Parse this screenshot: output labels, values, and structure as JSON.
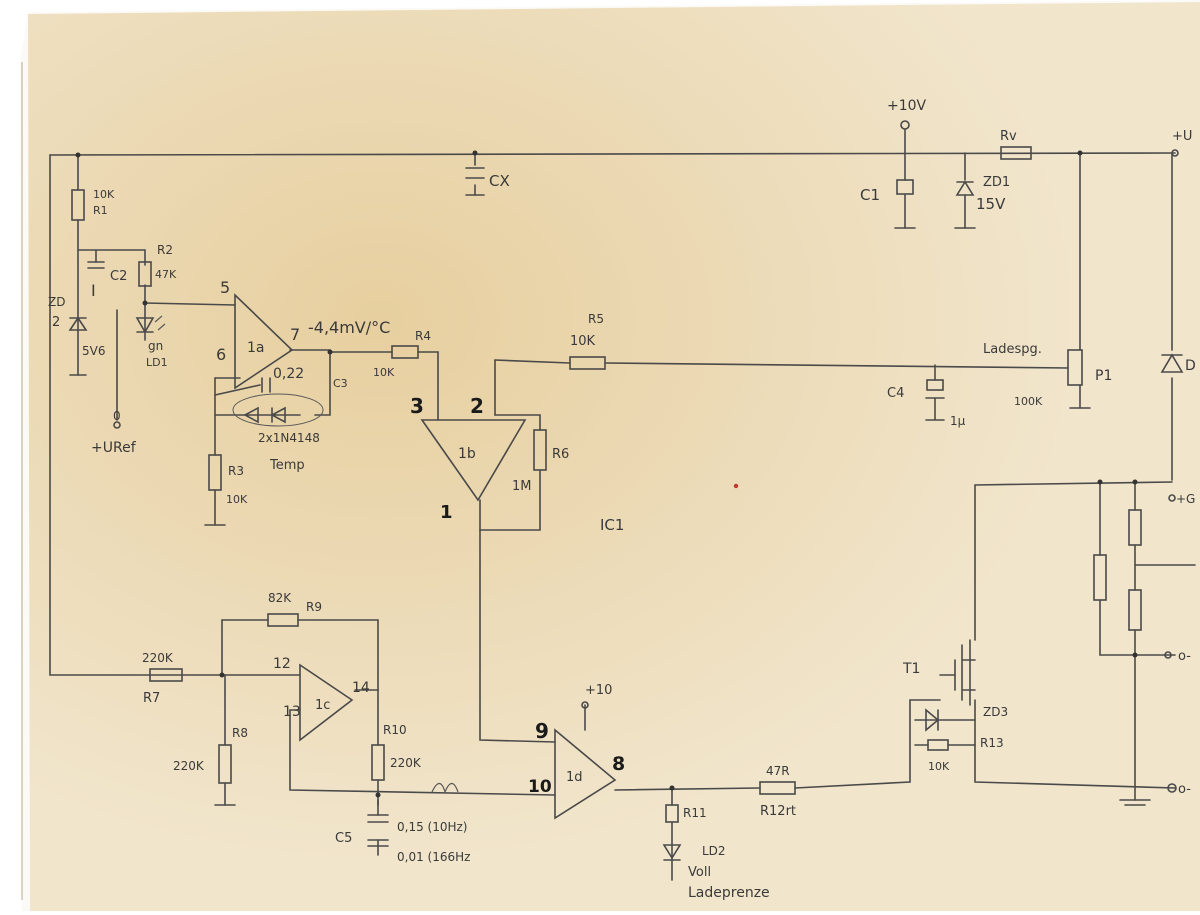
{
  "labels": {
    "r1_val": "10K",
    "r1": "R1",
    "r2": "R2",
    "r2_val": "47K",
    "c2": "C2",
    "c2_i": "I",
    "zd": "ZD",
    "zd_2": "2",
    "zd_val": "5V6",
    "ld1_gn": "gn",
    "ld1": "LD1",
    "pin5": "5",
    "pin6": "6",
    "pin7": "7",
    "op1a": "1a",
    "tempco": "-4,4mV/°C",
    "r4": "R4",
    "r4_val": "10K",
    "c3_val": "0,22",
    "c3": "C3",
    "diodes": "2x1N4148",
    "temp": "Temp",
    "uref": "+URef",
    "uref_o": "0",
    "r3": "R3",
    "r3_val": "10K",
    "cx": "CX",
    "v10_top": "+10V",
    "c1": "C1",
    "rv": "Rv",
    "zd1": "ZD1",
    "zd1_val": "15V",
    "u_top": "+U",
    "r5": "R5",
    "r5_val": "10K",
    "ladespg": "Ladespg.",
    "p1": "P1",
    "p1_val": "100K",
    "c4": "C4",
    "c4_val": "1μ",
    "pin3": "3",
    "pin2": "2",
    "pin1": "1",
    "op1b": "1b",
    "r6": "R6",
    "r6_val": "1M",
    "ic1": "IC1",
    "d_right": "D",
    "g_plus": "+G",
    "r9_val": "82K",
    "r9": "R9",
    "r7_val": "220K",
    "r7": "R7",
    "pin12": "12",
    "pin13": "13",
    "pin14": "14",
    "op1c": "1c",
    "r8": "R8",
    "r8_val": "220K",
    "r10": "R10",
    "r10_val": "220K",
    "c5": "C5",
    "c5_a": "0,15 (10Hz)",
    "c5_b": "0,01 (166Hz",
    "v10_mid": "+10",
    "pin9": "9",
    "pin10": "10",
    "pin8": "8",
    "op1d": "1d",
    "r11": "R11",
    "ld2": "LD2",
    "voll": "Voll",
    "ladegrenze": "Ladeprenze",
    "r12_val": "47R",
    "r12": "R12rt",
    "t1": "T1",
    "zd3": "ZD3",
    "r13": "R13",
    "r13_val": "10K",
    "o_minus_1": "o-",
    "o_minus_2": "o-"
  },
  "colors": {
    "paper": "#f0e3c8",
    "paper_stain": "#e6cfa2",
    "ink": "#4a4a4a",
    "ink_dark": "#1a1a1a"
  }
}
